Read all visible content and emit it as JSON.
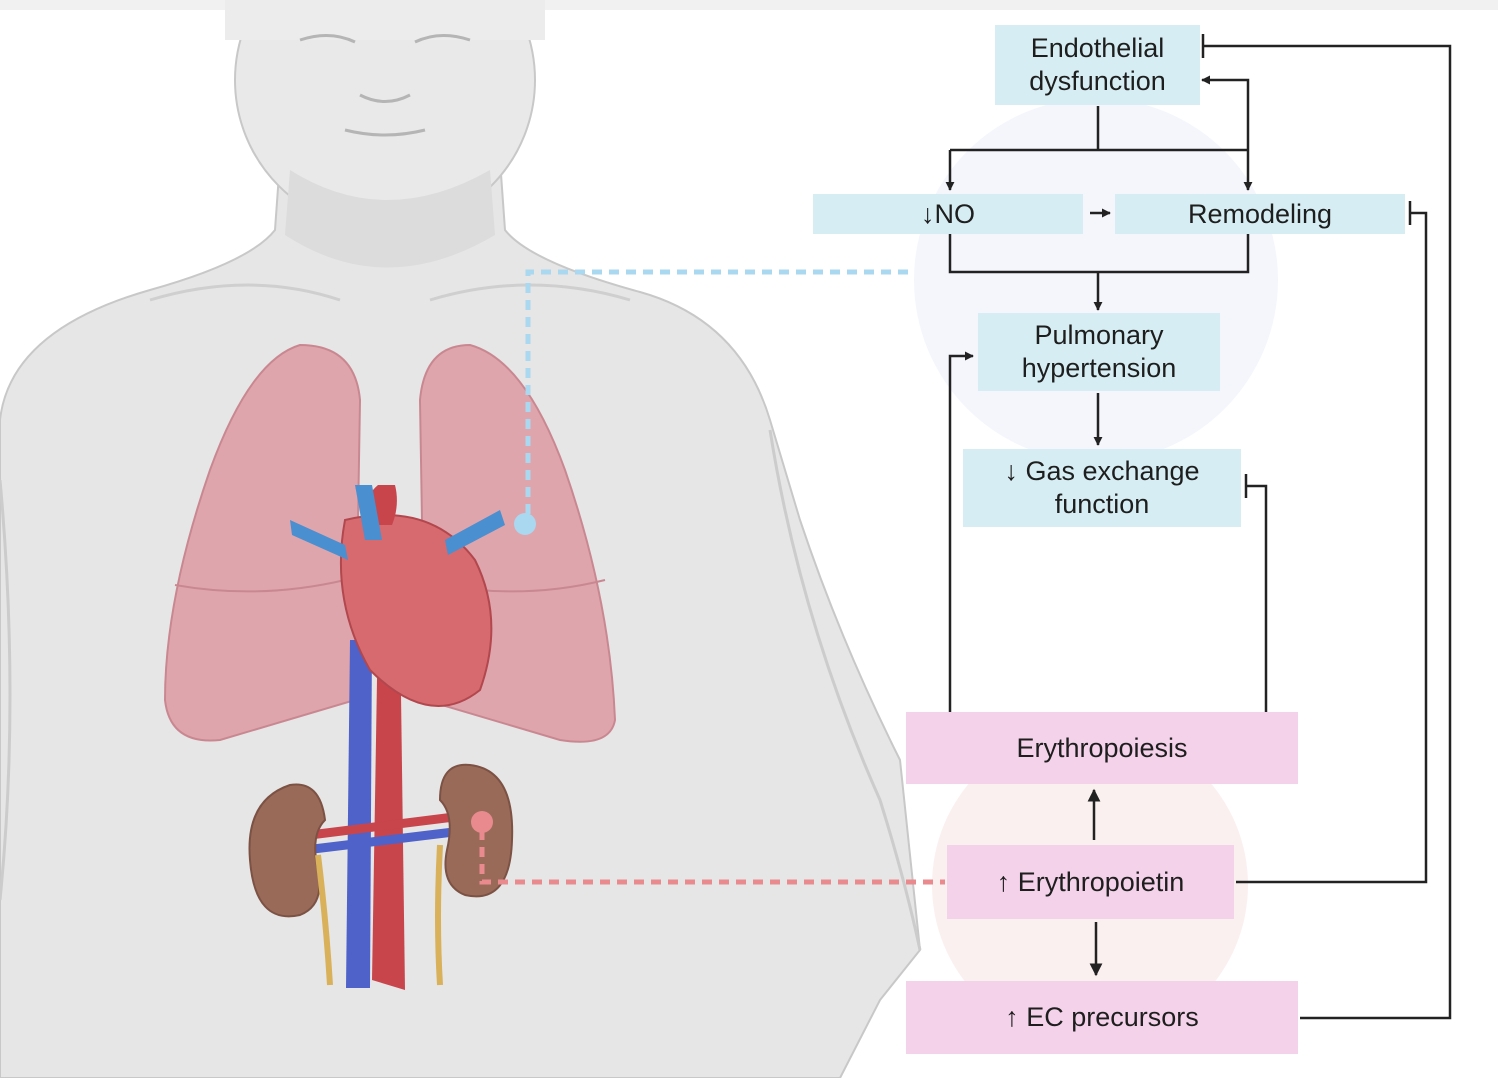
{
  "colors": {
    "blue_box": "#d6eef3",
    "pink_box": "#f4d3ea",
    "arrow": "#222222",
    "lung_link": "#a9d8f0",
    "kidney_link": "#e98a8f"
  },
  "illustration": {
    "parts": [
      "human-torso",
      "lungs",
      "heart",
      "aorta",
      "vena-cava",
      "kidneys",
      "ureters"
    ]
  },
  "nodes": {
    "endothelial": "Endothelial\ndysfunction",
    "no": "↓NO",
    "remodeling": "Remodeling",
    "pulmonary": "Pulmonary\nhypertension",
    "gas": "↓ Gas exchange\nfunction",
    "erythropoiesis": "Erythropoiesis",
    "epo": "↑ Erythropoietin",
    "ec": "↑ EC precursors"
  }
}
